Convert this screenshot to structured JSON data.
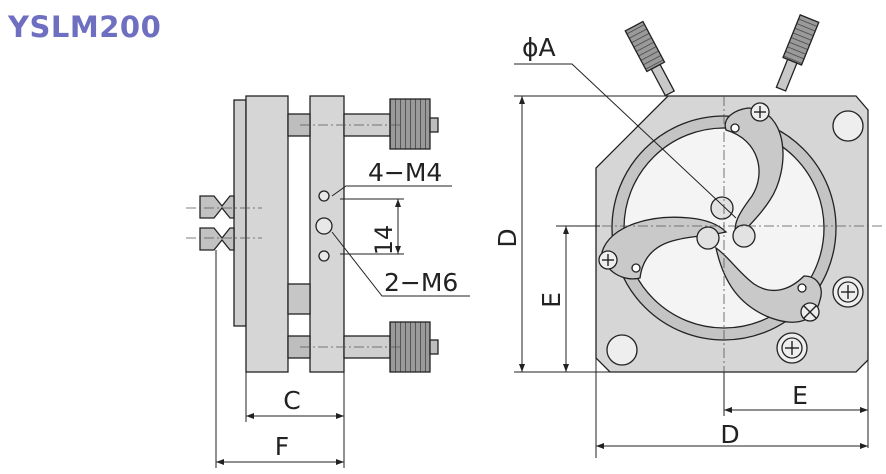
{
  "title": "YSLM200",
  "labels": {
    "phi_a": "ϕA",
    "m4": "4−M4",
    "dim_14": "14",
    "m6": "2−M6",
    "c": "C",
    "f": "F",
    "d_vertical": "D",
    "e_vertical": "E",
    "e_horizontal": "E",
    "d_horizontal": "D"
  },
  "colors": {
    "title": "#6e6fc0",
    "body_fill": "#d6d6d6",
    "body_dark": "#a9a9a9",
    "line": "#222222"
  }
}
